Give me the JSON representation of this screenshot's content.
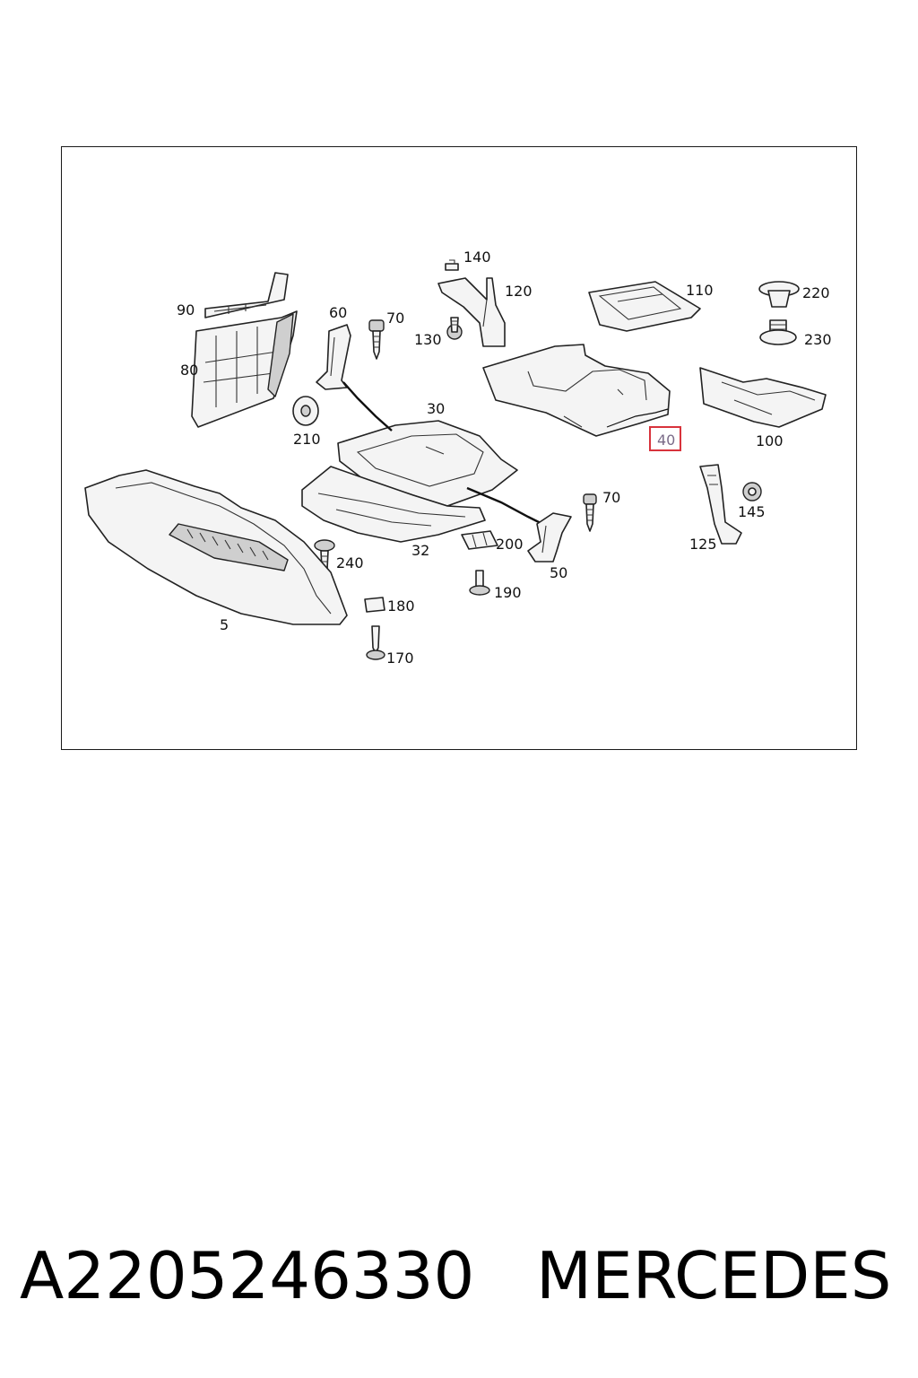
{
  "diagram": {
    "callouts": {
      "c140": "140",
      "c120": "120",
      "c110": "110",
      "c220": "220",
      "c230": "230",
      "c90": "90",
      "c60": "60",
      "c70a": "70",
      "c130": "130",
      "c80": "80",
      "c210": "210",
      "c30": "30",
      "c40": "40",
      "c100": "100",
      "c70b": "70",
      "c145": "145",
      "c125": "125",
      "c200": "200",
      "c32": "32",
      "c240": "240",
      "c50": "50",
      "c190": "190",
      "c5": "5",
      "c180": "180",
      "c170": "170"
    },
    "highlighted_callout": "40",
    "highlight_color": "#d8333c"
  },
  "footer": {
    "part_number": "A2205246330",
    "brand": "MERCEDES"
  }
}
